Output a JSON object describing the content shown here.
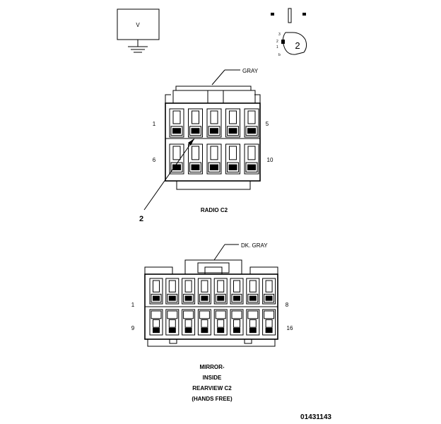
{
  "meter": {
    "symbol": "V"
  },
  "pin_probe": {
    "number": "2",
    "tiny_labels": [
      "3",
      "2",
      "1",
      "b"
    ]
  },
  "radio_connector": {
    "color_label": "GRAY",
    "pin_left_top": "1",
    "pin_right_top": "5",
    "pin_left_bottom": "6",
    "pin_right_bottom": "10",
    "callout_number": "2",
    "title": "RADIO C2"
  },
  "mirror_connector": {
    "color_label": "DK. GRAY",
    "pin_left_top": "1",
    "pin_right_top": "8",
    "pin_left_bottom": "9",
    "pin_right_bottom": "16",
    "title_lines": [
      "MIRROR-",
      "INSIDE",
      "REARVIEW C2",
      "(HANDS FREE)"
    ]
  },
  "figure_id": "01431143"
}
